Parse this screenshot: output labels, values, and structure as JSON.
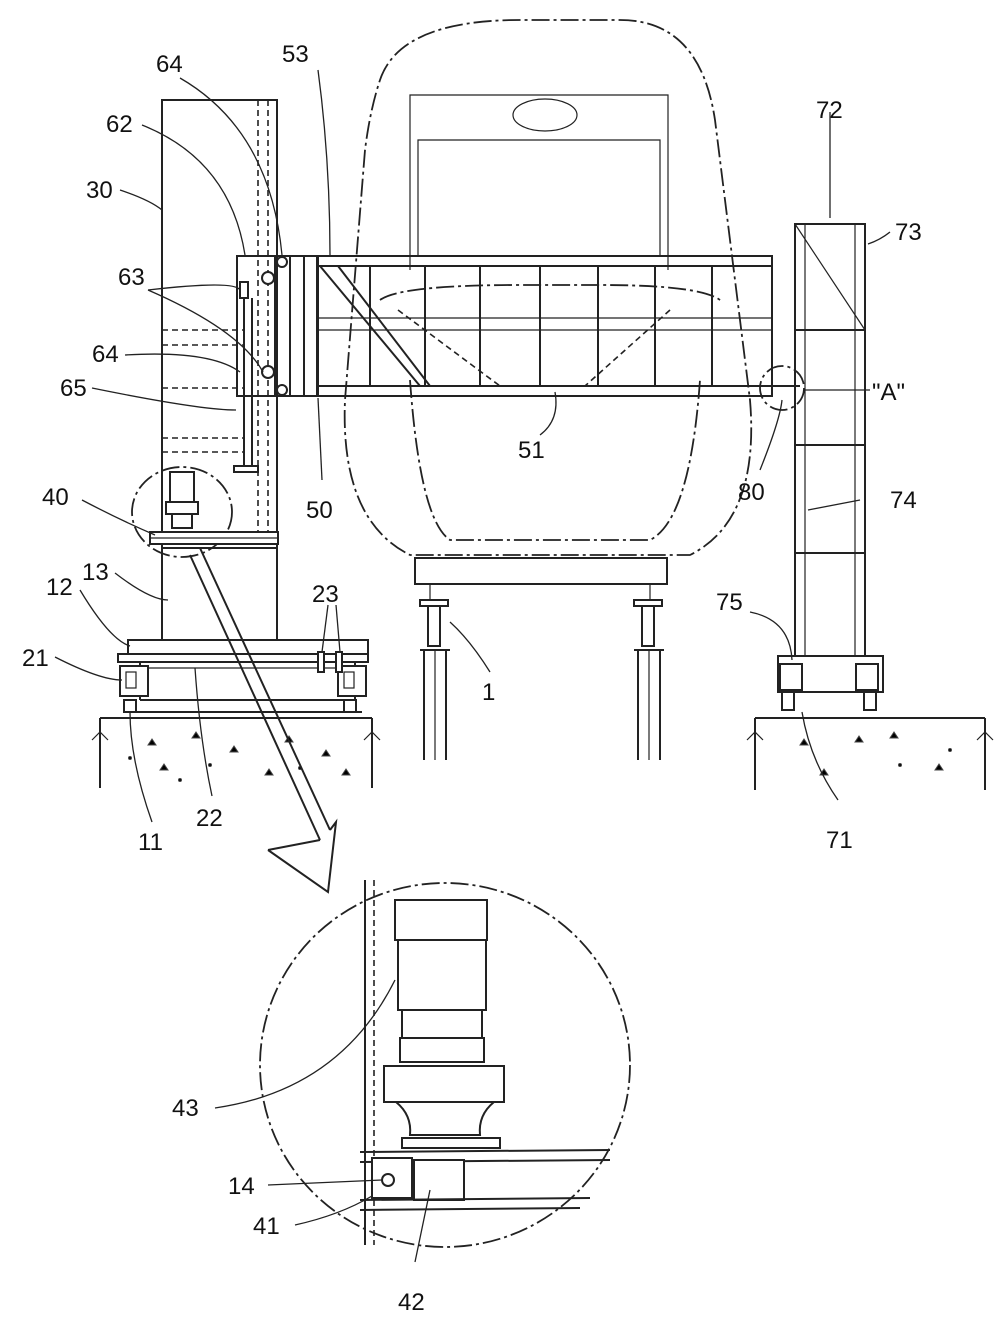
{
  "labels": {
    "l53": "53",
    "l64a": "64",
    "l62": "62",
    "l30": "30",
    "l63": "63",
    "l64b": "64",
    "l65": "65",
    "l40": "40",
    "l13": "13",
    "l12": "12",
    "l21": "21",
    "l23": "23",
    "l11": "11",
    "l22": "22",
    "l50": "50",
    "l51": "51",
    "l1": "1",
    "l72": "72",
    "l73": "73",
    "lA": "\"A\"",
    "l80": "80",
    "l74": "74",
    "l75": "75",
    "l71": "71",
    "l43": "43",
    "l14": "14",
    "l41": "41",
    "l42": "42"
  }
}
